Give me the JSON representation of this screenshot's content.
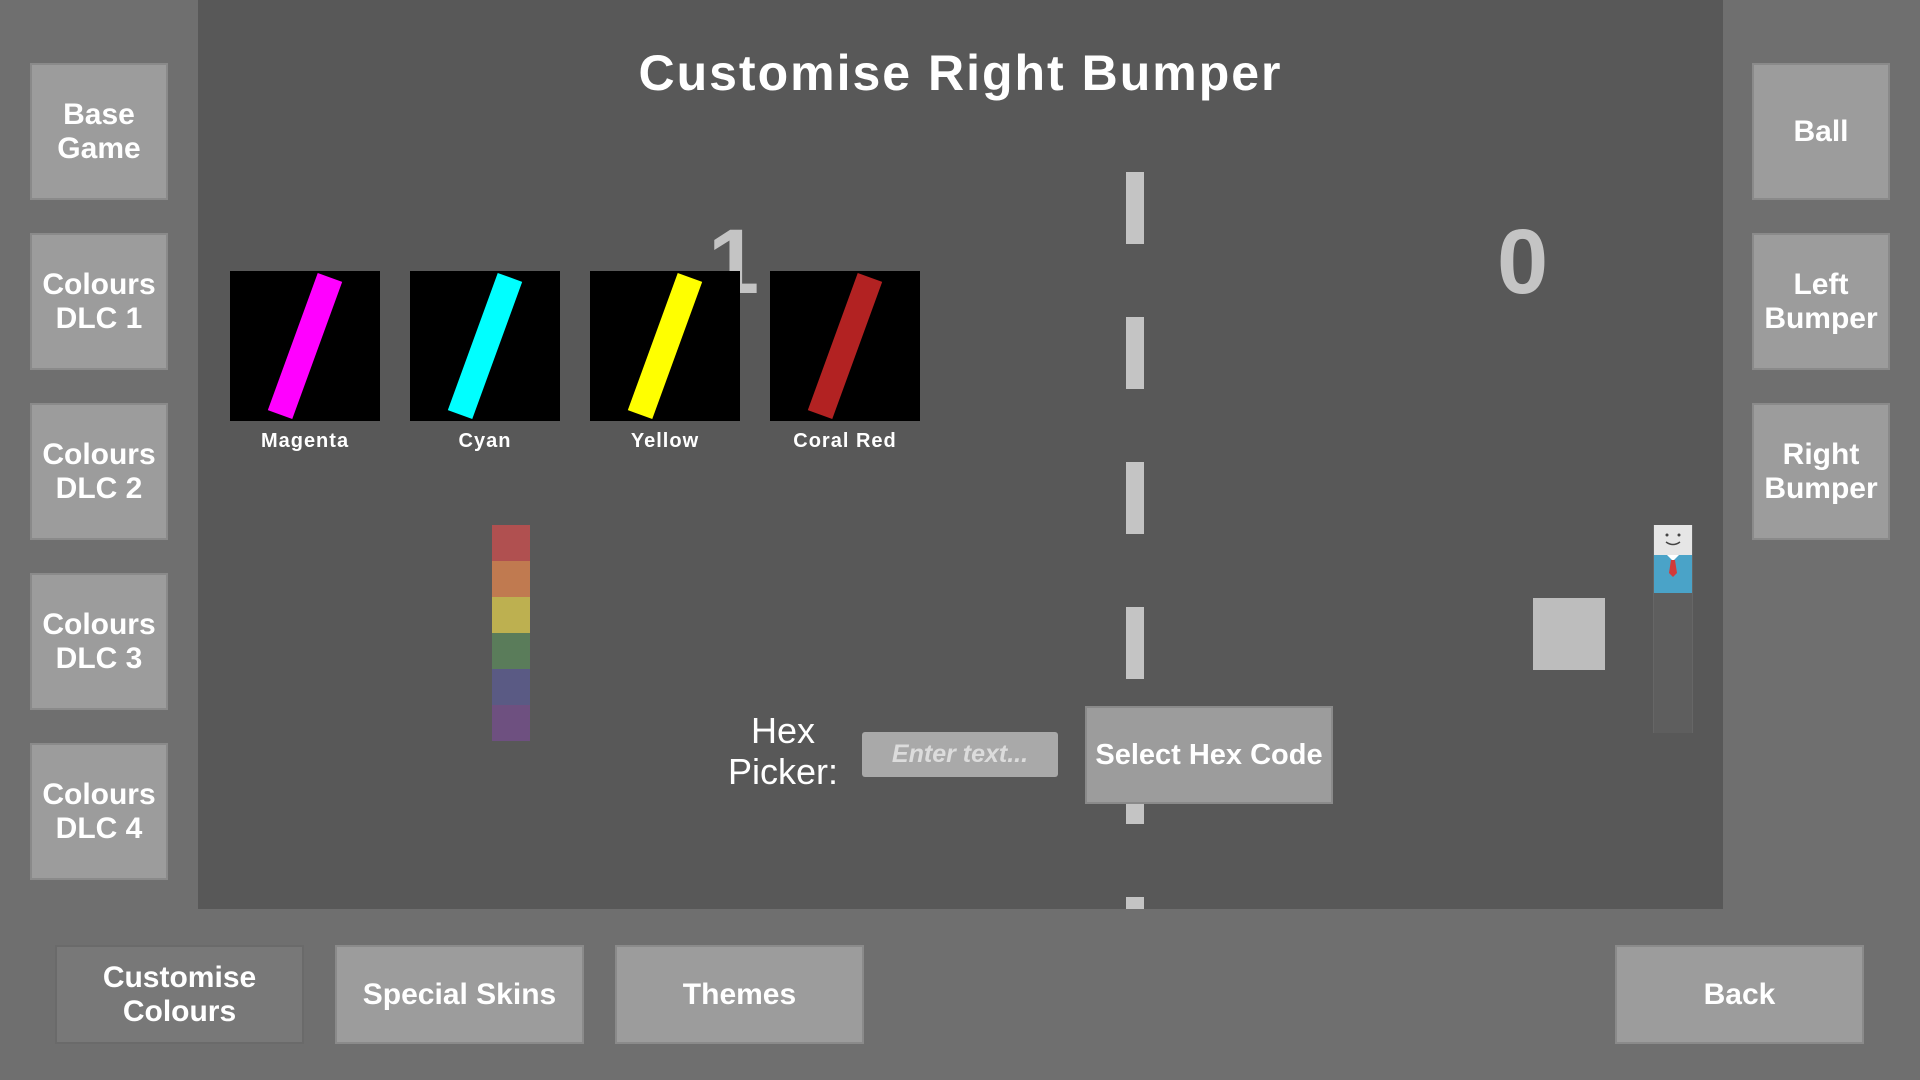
{
  "title": "Customise Right Bumper",
  "scores": {
    "left": "1",
    "right": "0"
  },
  "left_nav": [
    {
      "label": "Base\nGame"
    },
    {
      "label": "Colours\nDLC 1"
    },
    {
      "label": "Colours\nDLC 2"
    },
    {
      "label": "Colours\nDLC 3"
    },
    {
      "label": "Colours\nDLC 4"
    }
  ],
  "right_nav": [
    {
      "label": "Ball"
    },
    {
      "label": "Left\nBumper"
    },
    {
      "label": "Right\nBumper"
    }
  ],
  "bottom_nav": [
    {
      "label": "Customise\nColours",
      "selected": true
    },
    {
      "label": "Special Skins"
    },
    {
      "label": "Themes"
    }
  ],
  "back_label": "Back",
  "skins": [
    {
      "name": "Magenta",
      "color": "#ff00ff"
    },
    {
      "name": "Cyan",
      "color": "#00ffff"
    },
    {
      "name": "Yellow",
      "color": "#ffff00"
    },
    {
      "name": "Coral Red",
      "color": "#b22222"
    }
  ],
  "hex_picker": {
    "label": "Hex\nPicker:",
    "placeholder": "Enter text...",
    "button_label": "Select Hex Code"
  },
  "left_paddle_colors": [
    "#b05050",
    "#c07a50",
    "#bdb050",
    "#5a7c5a",
    "#5a5a84",
    "#6e5080"
  ],
  "colors": {
    "background": "#6f6f6f",
    "game_area": "#585858",
    "button": "#9c9c9c",
    "button_selected": "#787878",
    "text": "#ffffff"
  }
}
